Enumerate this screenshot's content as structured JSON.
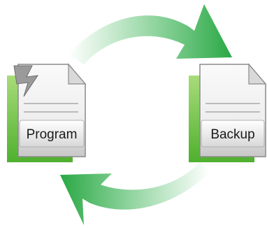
{
  "diagram": {
    "left_document": {
      "label": "Program",
      "icon": "broken-document-icon"
    },
    "right_document": {
      "label": "Backup",
      "icon": "document-icon"
    },
    "top_arrow": {
      "icon": "curved-arrow-right-icon",
      "direction": "clockwise"
    },
    "bottom_arrow": {
      "icon": "curved-arrow-left-icon",
      "direction": "clockwise"
    }
  },
  "colors": {
    "arrow_green": "#2fb04a",
    "doc_shadow_green": "#6cc33a",
    "doc_body": "#eeeeee",
    "doc_outline": "#8a8a8a"
  }
}
